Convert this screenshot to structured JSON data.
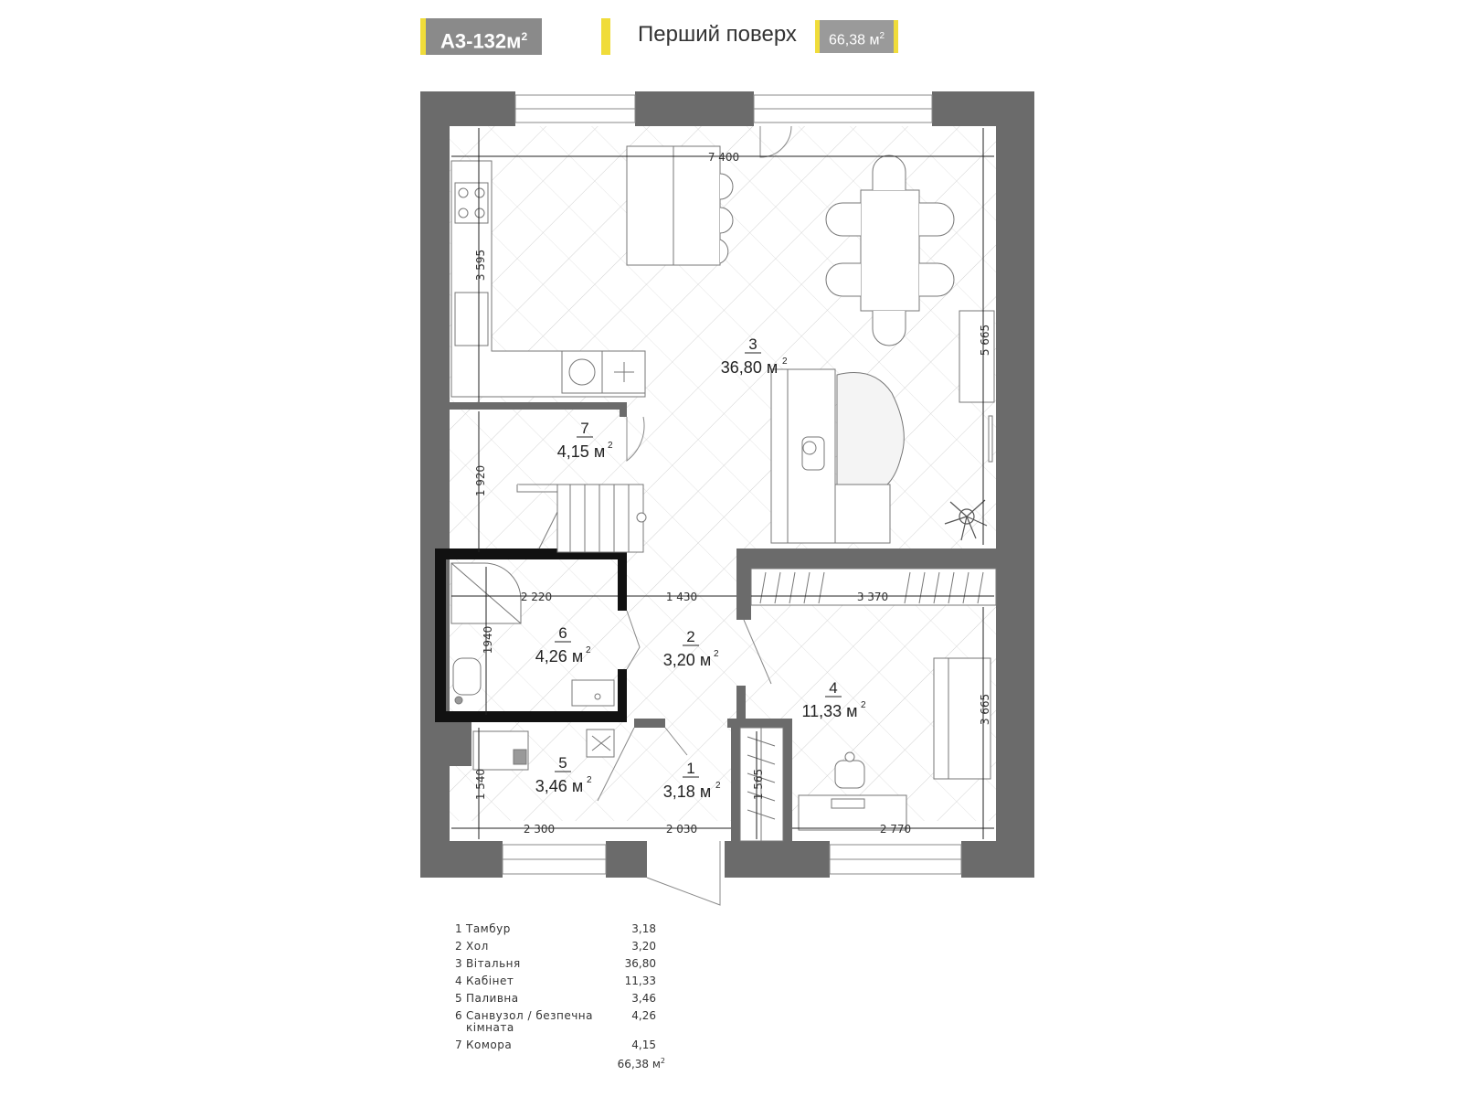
{
  "header": {
    "project_code": "А3-132м",
    "project_code_sup": "2",
    "floor_title": "Перший поверх",
    "floor_area": "66,38 м",
    "floor_area_sup": "2"
  },
  "rooms": [
    {
      "num": "3",
      "area": "36,80 м",
      "sup": "2"
    },
    {
      "num": "7",
      "area": "4,15 м",
      "sup": "2"
    },
    {
      "num": "6",
      "area": "4,26 м",
      "sup": "2"
    },
    {
      "num": "2",
      "area": "3,20 м",
      "sup": "2"
    },
    {
      "num": "4",
      "area": "11,33 м",
      "sup": "2"
    },
    {
      "num": "5",
      "area": "3,46 м",
      "sup": "2"
    },
    {
      "num": "1",
      "area": "3,18 м",
      "sup": "2"
    }
  ],
  "dimensions": [
    "7 400",
    "3 595",
    "5 665",
    "1 920",
    "2 220",
    "1 430",
    "3 370",
    "1940",
    "3 665",
    "1 540",
    "1 565",
    "2 300",
    "2 030",
    "2 770"
  ],
  "legend": {
    "items": [
      {
        "num": "1",
        "name": "Тамбур",
        "value": "3,18"
      },
      {
        "num": "2",
        "name": "Хол",
        "value": "3,20"
      },
      {
        "num": "3",
        "name": "Вітальня",
        "value": "36,80"
      },
      {
        "num": "4",
        "name": "Кабінет",
        "value": "11,33"
      },
      {
        "num": "5",
        "name": "Паливна",
        "value": "3,46"
      },
      {
        "num": "6",
        "name": "Санвузол / безпечна кімната",
        "value": "4,26"
      },
      {
        "num": "7",
        "name": "Комора",
        "value": "4,15"
      }
    ],
    "total": "66,38 м",
    "total_sup": "2"
  }
}
